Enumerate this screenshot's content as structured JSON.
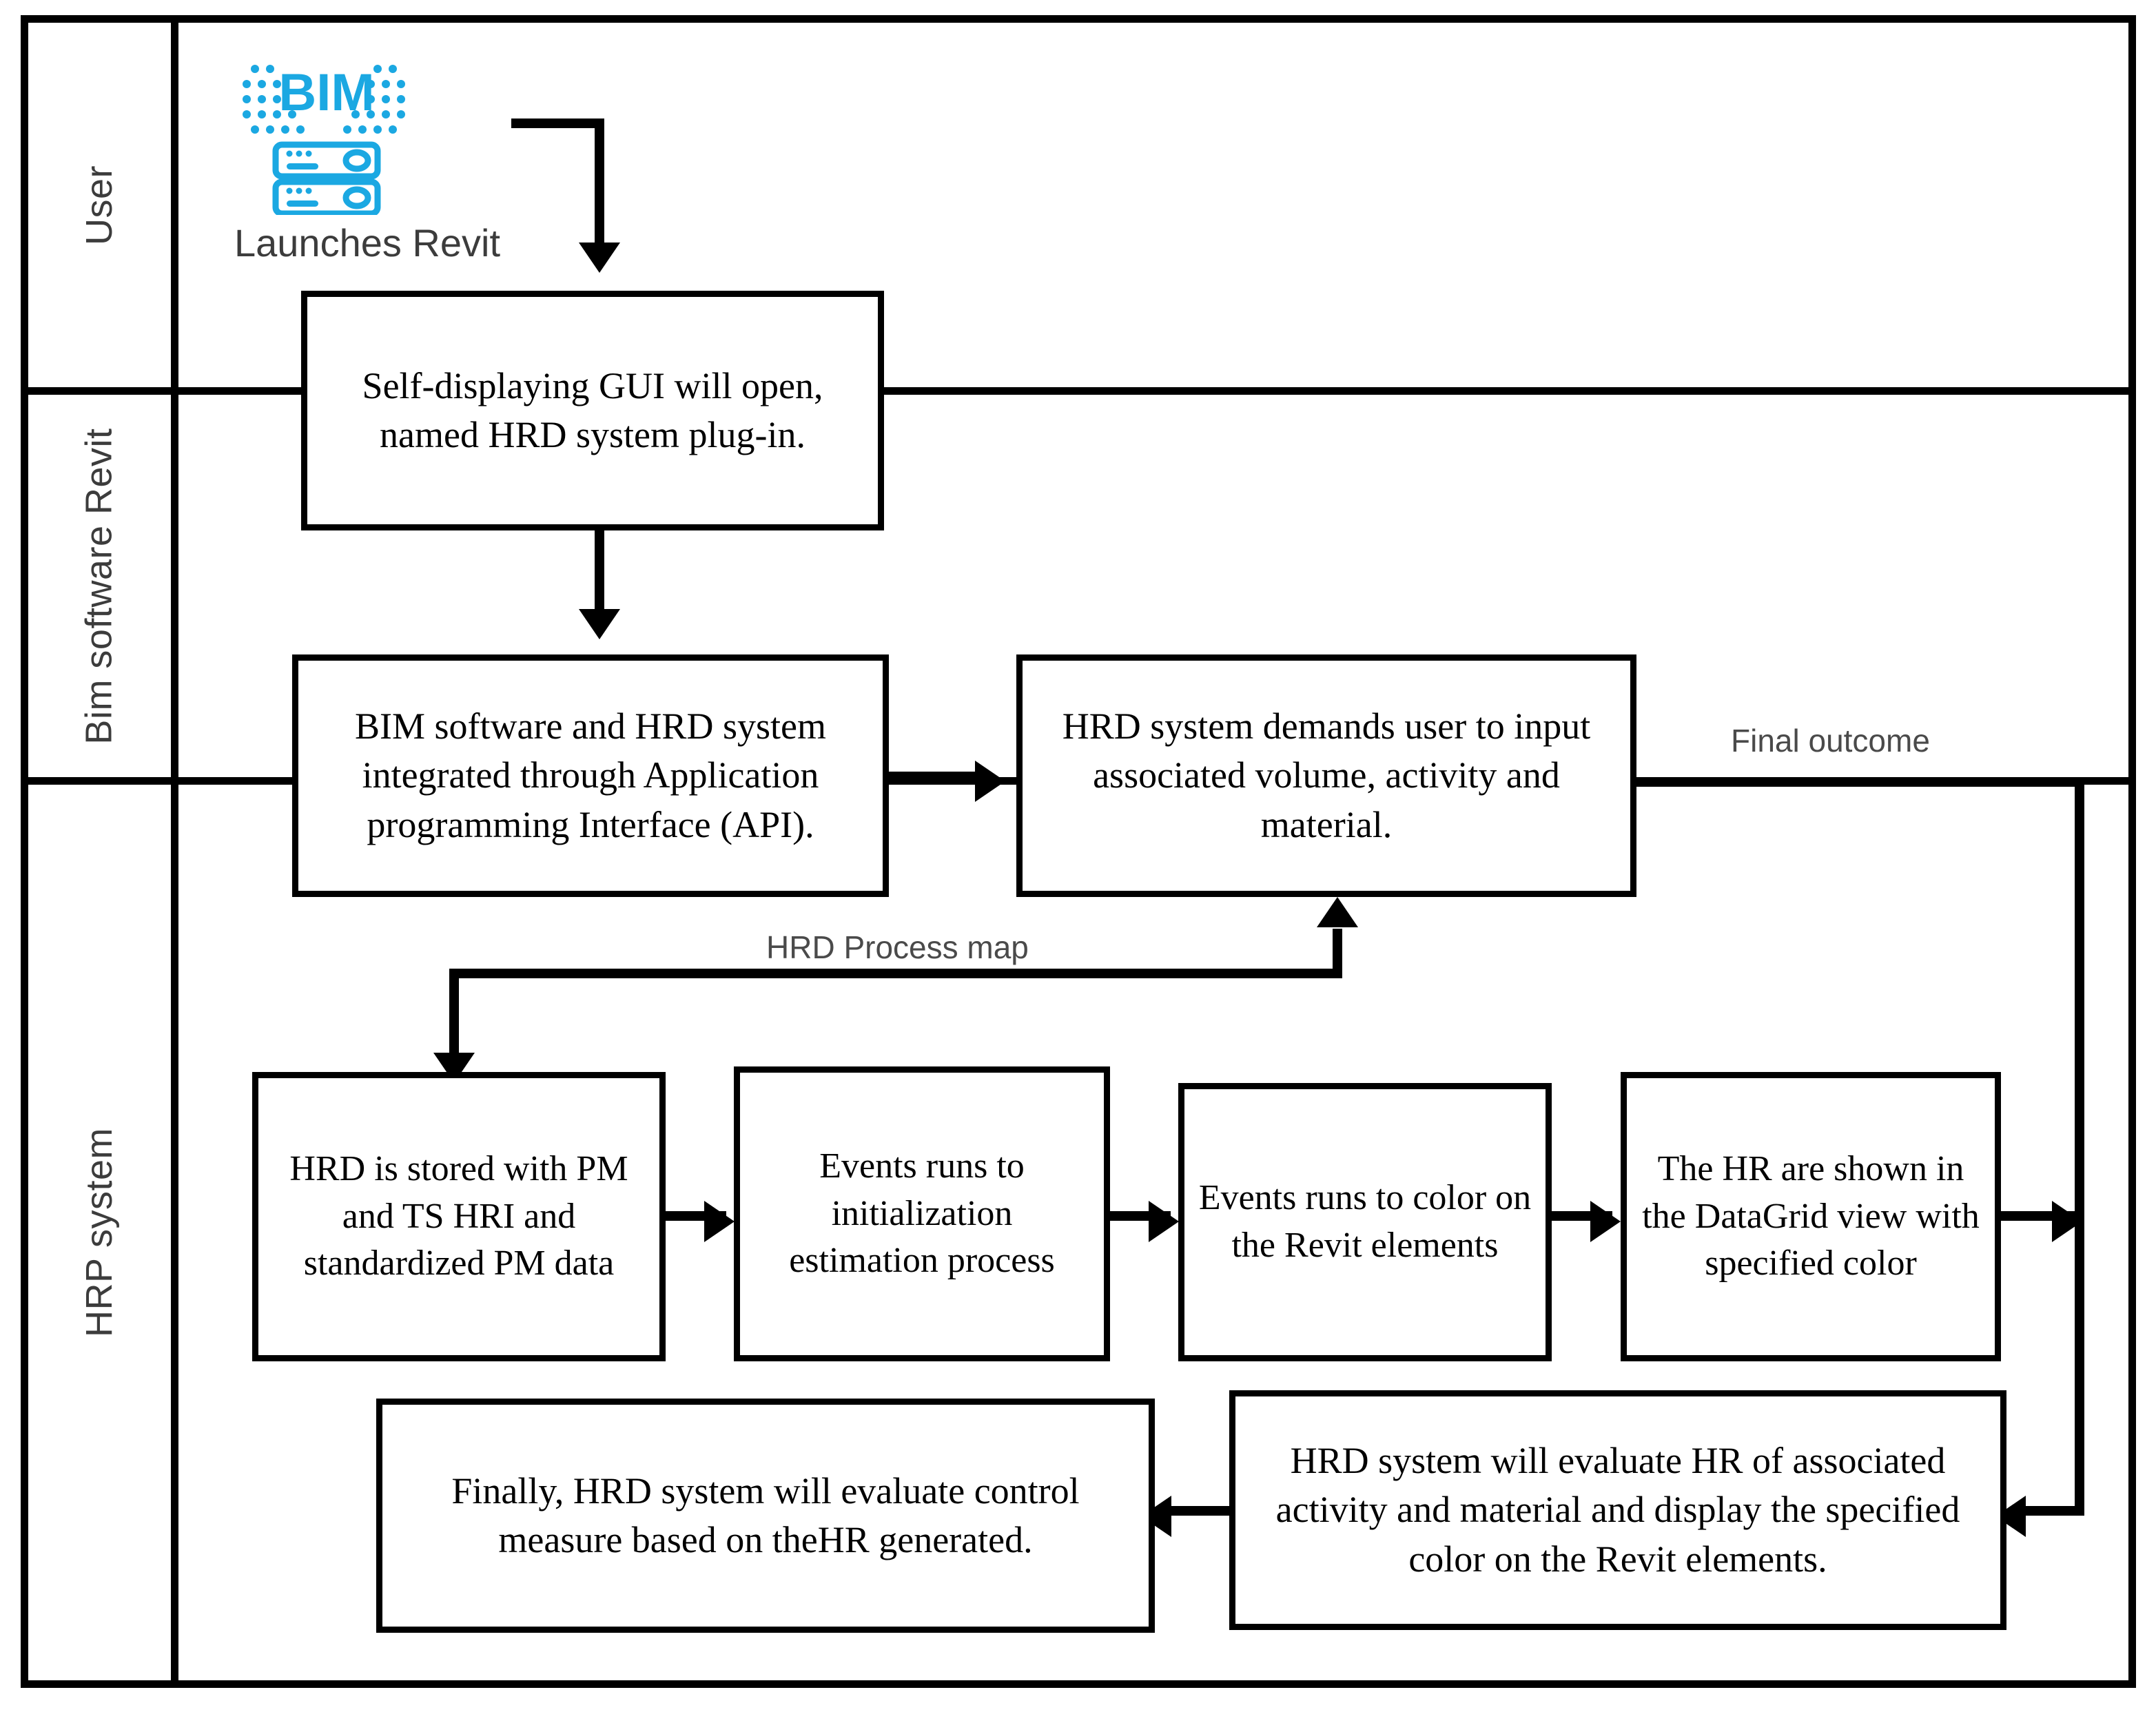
{
  "diagram": {
    "title": "HRD system Revit plug-in process swimlane flowchart",
    "accent_color": "#1BA8E2",
    "line_color": "#000000",
    "label_color": "#4a4a4a"
  },
  "lanes": [
    {
      "id": "user",
      "label": "User"
    },
    {
      "id": "bim",
      "label": "Bim software Revit"
    },
    {
      "id": "hrp",
      "label": "HRP system"
    }
  ],
  "icon": {
    "name": "bim-server-icon",
    "wordmark": "BIM",
    "caption": "Launches Revit",
    "color": "#1BA8E2"
  },
  "boxes": [
    {
      "id": "gui",
      "text": "Self-displaying GUI will open, named HRD system plug-in."
    },
    {
      "id": "api",
      "text": "BIM software and HRD system integrated through Application programming Interface (API)."
    },
    {
      "id": "demands",
      "text": "HRD system demands user to input associated volume, activity and material."
    },
    {
      "id": "stored",
      "text": "HRD is stored with PM and TS HRI and standardized PM data"
    },
    {
      "id": "init",
      "text": "Events runs to initialization estimation process"
    },
    {
      "id": "colorevt",
      "text": "Events runs to color on the Revit elements"
    },
    {
      "id": "datagrid",
      "text": "The HR are shown in the DataGrid view with specified color"
    },
    {
      "id": "evaluatehr",
      "text": "HRD system will evaluate HR of associated activity and material and display the specified color on the Revit elements."
    },
    {
      "id": "control",
      "text": "Finally, HRD system will evaluate control measure based on theHR generated."
    }
  ],
  "flow_labels": [
    {
      "id": "final-outcome",
      "text": "Final outcome"
    },
    {
      "id": "hrd-process-map",
      "text": "HRD Process map"
    }
  ]
}
